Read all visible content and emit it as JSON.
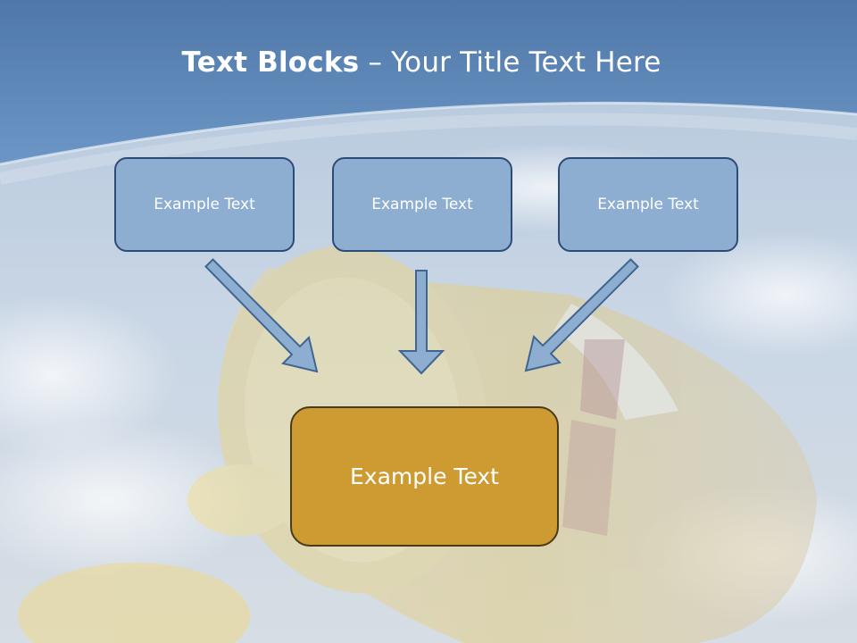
{
  "title": {
    "bold": "Text Blocks",
    "separator": " – ",
    "rest": "Your Title Text Here"
  },
  "blocks": [
    {
      "label": "Example Text"
    },
    {
      "label": "Example Text"
    },
    {
      "label": "Example Text"
    }
  ],
  "target": {
    "label": "Example Text"
  },
  "colors": {
    "header_blue": "#5b86b9",
    "box_fill": "#8eaed1",
    "box_border": "#2b4c76",
    "target_fill": "#cd9b31",
    "target_border": "#4a3b18",
    "arrow_fill": "#8eaed1",
    "arrow_stroke": "#3f6590"
  }
}
